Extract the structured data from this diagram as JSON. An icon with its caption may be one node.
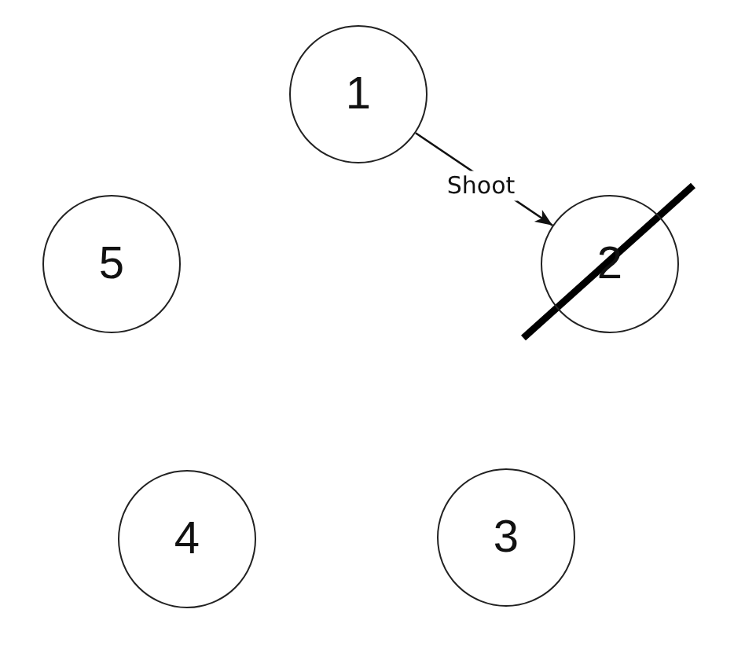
{
  "diagram": {
    "nodes": [
      {
        "text": [
          "1"
        ]
      },
      {
        "text": [
          "2"
        ]
      },
      {
        "text": [
          "3"
        ]
      },
      {
        "text": [
          "4"
        ]
      },
      {
        "text": [
          "5"
        ]
      }
    ],
    "edges": [
      {
        "from": 0,
        "to": 1,
        "arrow": "to",
        "label": "Shoot"
      }
    ]
  }
}
